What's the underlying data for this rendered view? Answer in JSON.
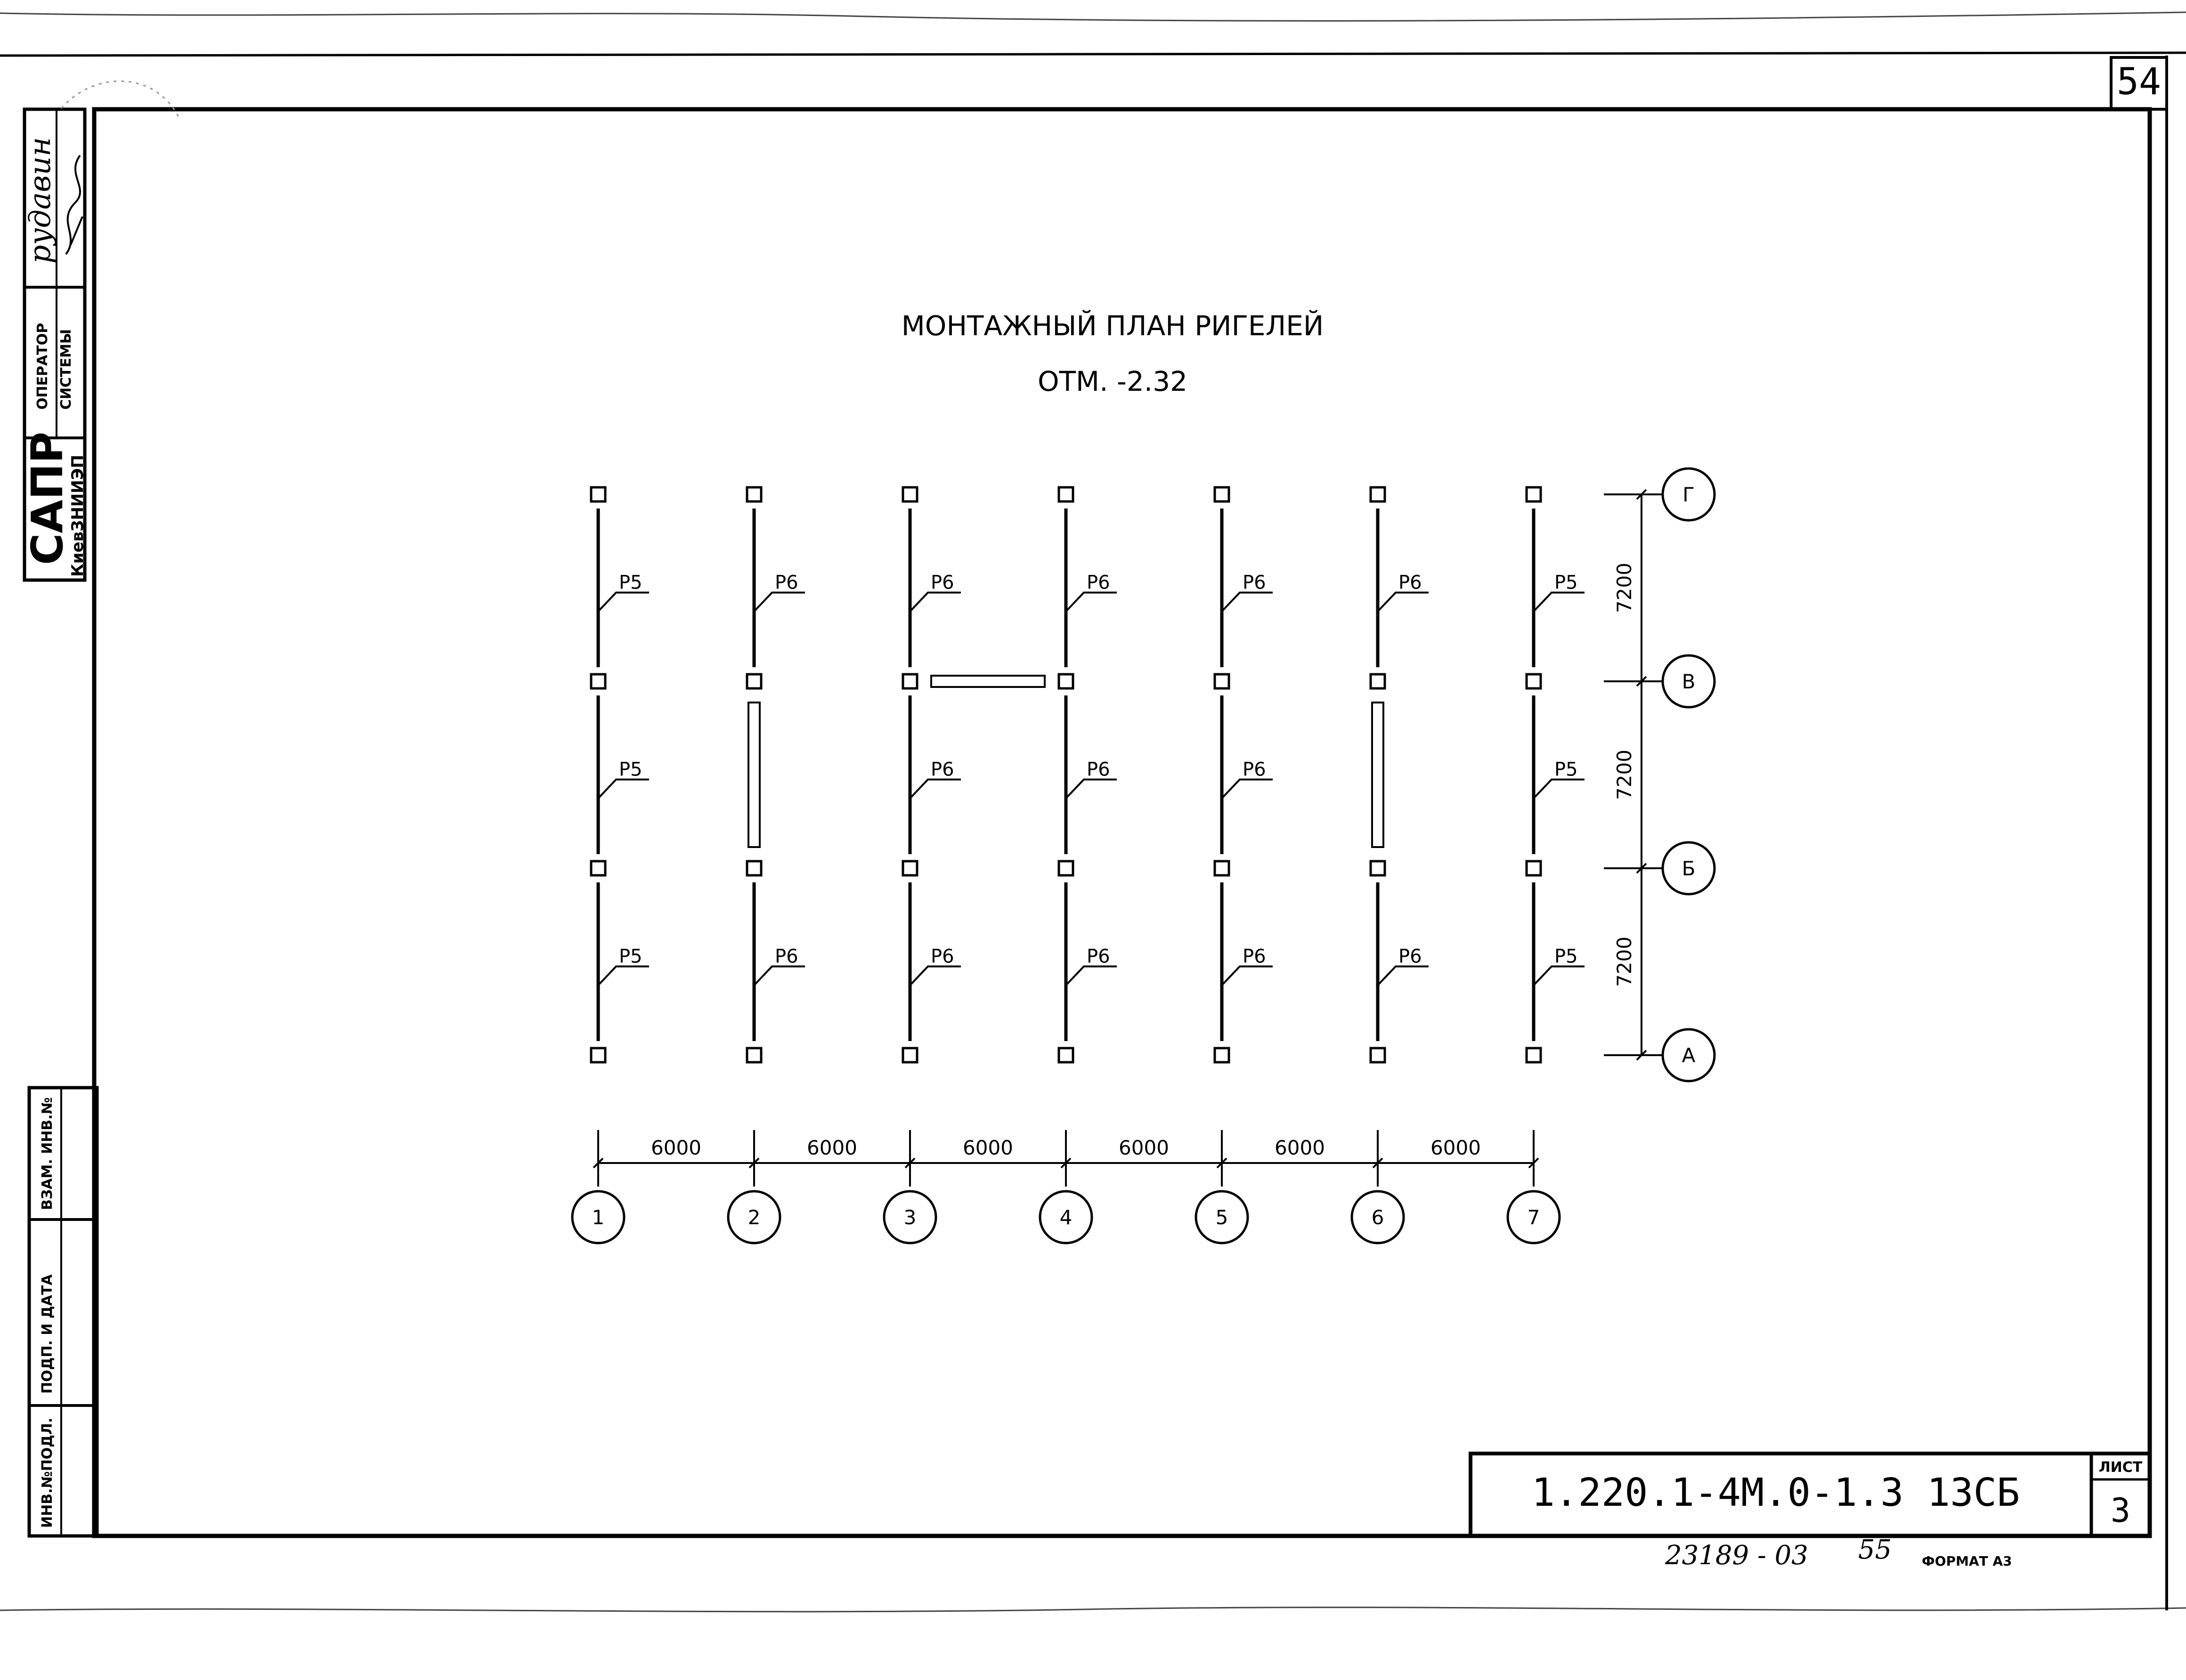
{
  "sheet_number": "54",
  "title": "МОНТАЖНЫЙ ПЛАН РИГЕЛЕЙ",
  "subtitle": "ОТМ.  -2.32",
  "side_stamp": {
    "signature_name": "рудавин",
    "operator_label_1": "ОПЕРАТОР",
    "operator_label_2": "СИСТЕМЫ",
    "sapr": "САПР",
    "institute": "КиевЗНИИЭП",
    "vzam_inv": "ВЗАМ. ИНВ.№",
    "podp_data": "ПОДП. И ДАТА",
    "inv_podl": "ИНВ.№ПОДЛ."
  },
  "title_block": {
    "designation": "1.220.1-4М.0-1.3  13СБ",
    "sheet_label": "ЛИСТ",
    "sheet_value": "3"
  },
  "bottom": {
    "archive_number": "23189 - 03",
    "archive_page": "55",
    "format": "ФОРМАТ А3"
  },
  "plan": {
    "column_axes": [
      "1",
      "2",
      "3",
      "4",
      "5",
      "6",
      "7"
    ],
    "row_axes": [
      "А",
      "Б",
      "В",
      "Г"
    ],
    "column_spacing_labels": [
      "6000",
      "6000",
      "6000",
      "6000",
      "6000",
      "6000"
    ],
    "row_spacing_labels": [
      "7200",
      "7200",
      "7200"
    ],
    "beams": [
      {
        "col": 1,
        "span": "А-Б",
        "mark": "Р5"
      },
      {
        "col": 2,
        "span": "А-Б",
        "mark": "Р6"
      },
      {
        "col": 3,
        "span": "А-Б",
        "mark": "Р6"
      },
      {
        "col": 4,
        "span": "А-Б",
        "mark": "Р6"
      },
      {
        "col": 5,
        "span": "А-Б",
        "mark": "Р6"
      },
      {
        "col": 6,
        "span": "А-Б",
        "mark": "Р6"
      },
      {
        "col": 7,
        "span": "А-Б",
        "mark": "Р5"
      },
      {
        "col": 1,
        "span": "Б-В",
        "mark": "Р5"
      },
      {
        "col": 2,
        "span": "Б-В",
        "mark": ""
      },
      {
        "col": 3,
        "span": "Б-В",
        "mark": "Р6"
      },
      {
        "col": 4,
        "span": "Б-В",
        "mark": "Р6"
      },
      {
        "col": 5,
        "span": "Б-В",
        "mark": "Р6"
      },
      {
        "col": 6,
        "span": "Б-В",
        "mark": ""
      },
      {
        "col": 7,
        "span": "Б-В",
        "mark": "Р5"
      },
      {
        "col": 1,
        "span": "В-Г",
        "mark": "Р5"
      },
      {
        "col": 2,
        "span": "В-Г",
        "mark": "Р6"
      },
      {
        "col": 3,
        "span": "В-Г",
        "mark": "Р6"
      },
      {
        "col": 4,
        "span": "В-Г",
        "mark": "Р6"
      },
      {
        "col": 5,
        "span": "В-Г",
        "mark": "Р6"
      },
      {
        "col": 6,
        "span": "В-Г",
        "mark": "Р6"
      },
      {
        "col": 7,
        "span": "В-Г",
        "mark": "Р5"
      }
    ],
    "open_beams": [
      {
        "orientation": "horizontal",
        "between": "3-4",
        "row": "В"
      },
      {
        "orientation": "vertical",
        "col": 2,
        "span": "Б-В"
      },
      {
        "orientation": "vertical",
        "col": 6,
        "span": "Б-В"
      }
    ]
  }
}
